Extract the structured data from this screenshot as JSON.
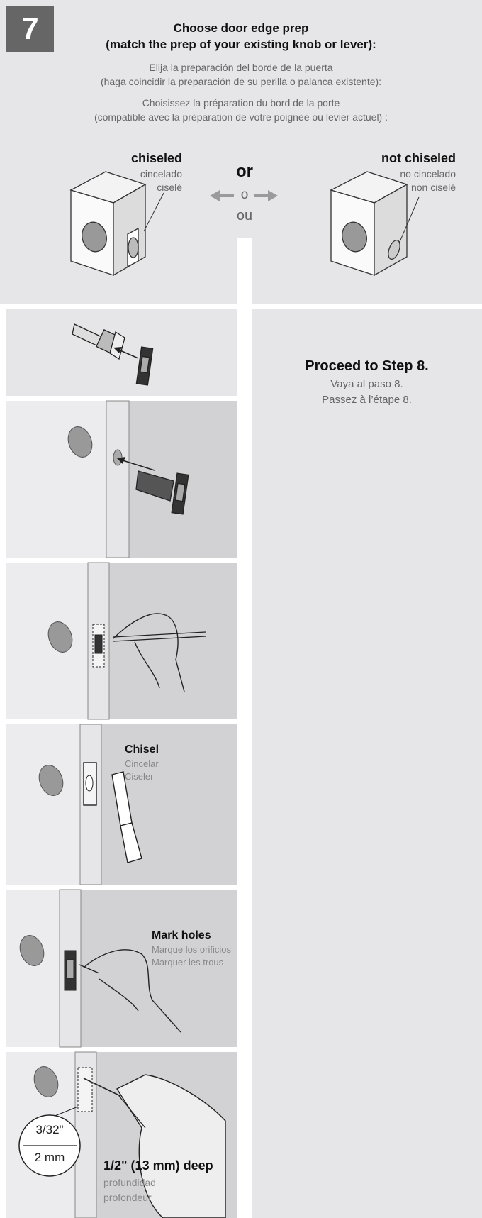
{
  "step": {
    "number": "7"
  },
  "header": {
    "title_en_1": "Choose door edge prep",
    "title_en_2": "(match the prep of your existing knob or lever):",
    "title_es_1": "Elija la preparación del borde de la puerta",
    "title_es_2": "(haga coincidir la preparación de su perilla o palanca existente):",
    "title_fr_1": "Choisissez la préparation du bord de la porte",
    "title_fr_2": "(compatible avec la préparation de votre poignée ou levier actuel) :"
  },
  "options": {
    "chiseled": {
      "en": "chiseled",
      "es": "cincelado",
      "fr": "ciselé"
    },
    "or": {
      "en": "or",
      "es": "o",
      "fr": "ou"
    },
    "not_chiseled": {
      "en": "not chiseled",
      "es": "no cincelado",
      "fr": "non ciselé"
    }
  },
  "proceed": {
    "en": "Proceed to Step 8.",
    "es": "Vaya al paso 8.",
    "fr": "Passez à l’étape 8."
  },
  "chisel": {
    "en": "Chisel",
    "es": "Cincelar",
    "fr": "Ciseler"
  },
  "mark": {
    "en": "Mark holes",
    "es": "Marque los orificios",
    "fr": "Marquer les trous"
  },
  "drill": {
    "size_in": "3/32\"",
    "size_mm": "2 mm",
    "depth_en": "1/2\" (13 mm) deep",
    "depth_es": "profundidad",
    "depth_fr": "profondeur"
  },
  "colors": {
    "panel": "#e6e6e8",
    "panel_dark": "#d2d2d4",
    "badge": "#666666",
    "arrow": "#9a9a9a"
  }
}
